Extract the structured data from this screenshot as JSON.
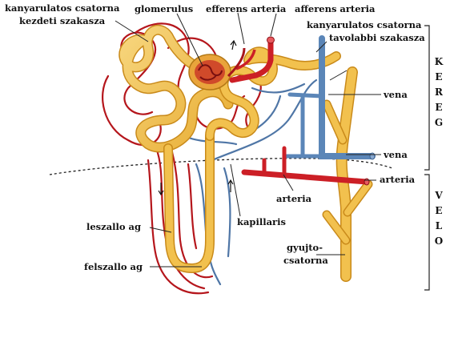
{
  "labels": {
    "kanyarulatos_kezdeti_1": "kanyarulatos csatorna",
    "kanyarulatos_kezdeti_2": "kezdeti szakasza",
    "glomerulus": "glomerulus",
    "efferens_arteria": "efferens arteria",
    "afferens_arteria": "afferens arteria",
    "kanyarulatos_tovabbi_1": "kanyarulatos csatorna",
    "kanyarulatos_tovabbi_2": "tavolabbi szakasza",
    "vena_1": "vena",
    "vena_2": "vena",
    "arteria_1": "arteria",
    "arteria_2": "arteria",
    "kapillaris": "kapillaris",
    "leszallo_ag": "leszallo ag",
    "felszallo_ag": "felszallo ag",
    "gyujto_1": "gyujto-",
    "gyujto_2": "csatorna"
  },
  "regions": {
    "kereg": [
      "K",
      "E",
      "R",
      "E",
      "G"
    ],
    "velo": [
      "V",
      "E",
      "L",
      "O"
    ]
  },
  "colors": {
    "tubule": "#f2c14e",
    "tubule_edge": "#c98a1a",
    "artery": "#cc1f26",
    "vein": "#5b86b8",
    "capillary_red": "#b5161c",
    "capillary_blue": "#4f76a6"
  }
}
